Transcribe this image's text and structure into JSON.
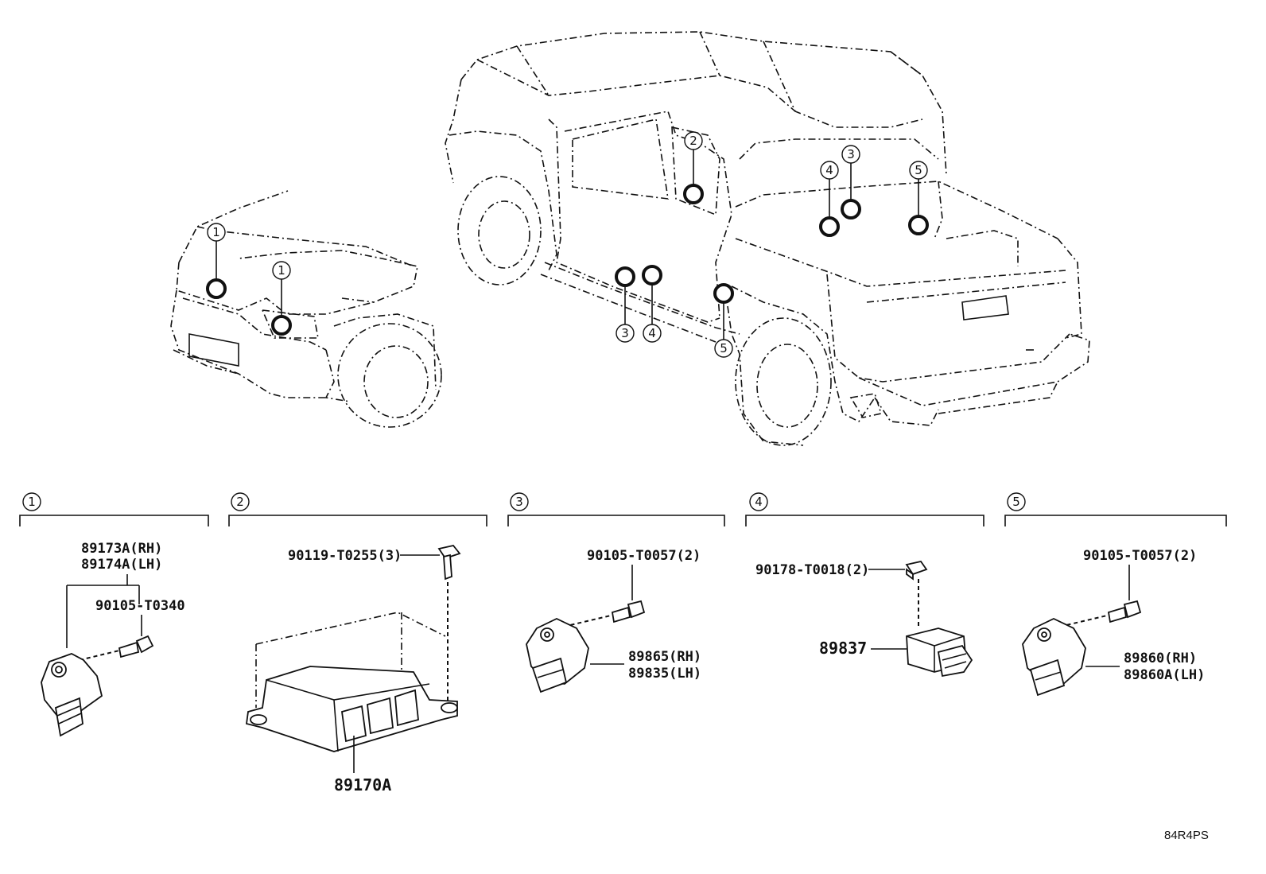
{
  "vehicle_markers": [
    {
      "id": "m1a",
      "number": "1"
    },
    {
      "id": "m1b",
      "number": "1"
    },
    {
      "id": "m2",
      "number": "2"
    },
    {
      "id": "m3a",
      "number": "3"
    },
    {
      "id": "m3b",
      "number": "3"
    },
    {
      "id": "m4a",
      "number": "4"
    },
    {
      "id": "m4b",
      "number": "4"
    },
    {
      "id": "m5a",
      "number": "5"
    },
    {
      "id": "m5b",
      "number": "5"
    }
  ],
  "sections": [
    {
      "number": "1",
      "labels": [
        "89173A(RH)",
        "89174A(LH)",
        "90105-T0340"
      ]
    },
    {
      "number": "2",
      "labels": [
        "90119-T0255(3)",
        "89170A"
      ]
    },
    {
      "number": "3",
      "labels": [
        "90105-T0057(2)",
        "89865(RH)",
        "89835(LH)"
      ]
    },
    {
      "number": "4",
      "labels": [
        "90178-T0018(2)",
        "89837"
      ]
    },
    {
      "number": "5",
      "labels": [
        "90105-T0057(2)",
        "89860(RH)",
        "89860A(LH)"
      ]
    }
  ],
  "diagram_code": "84R4PS"
}
